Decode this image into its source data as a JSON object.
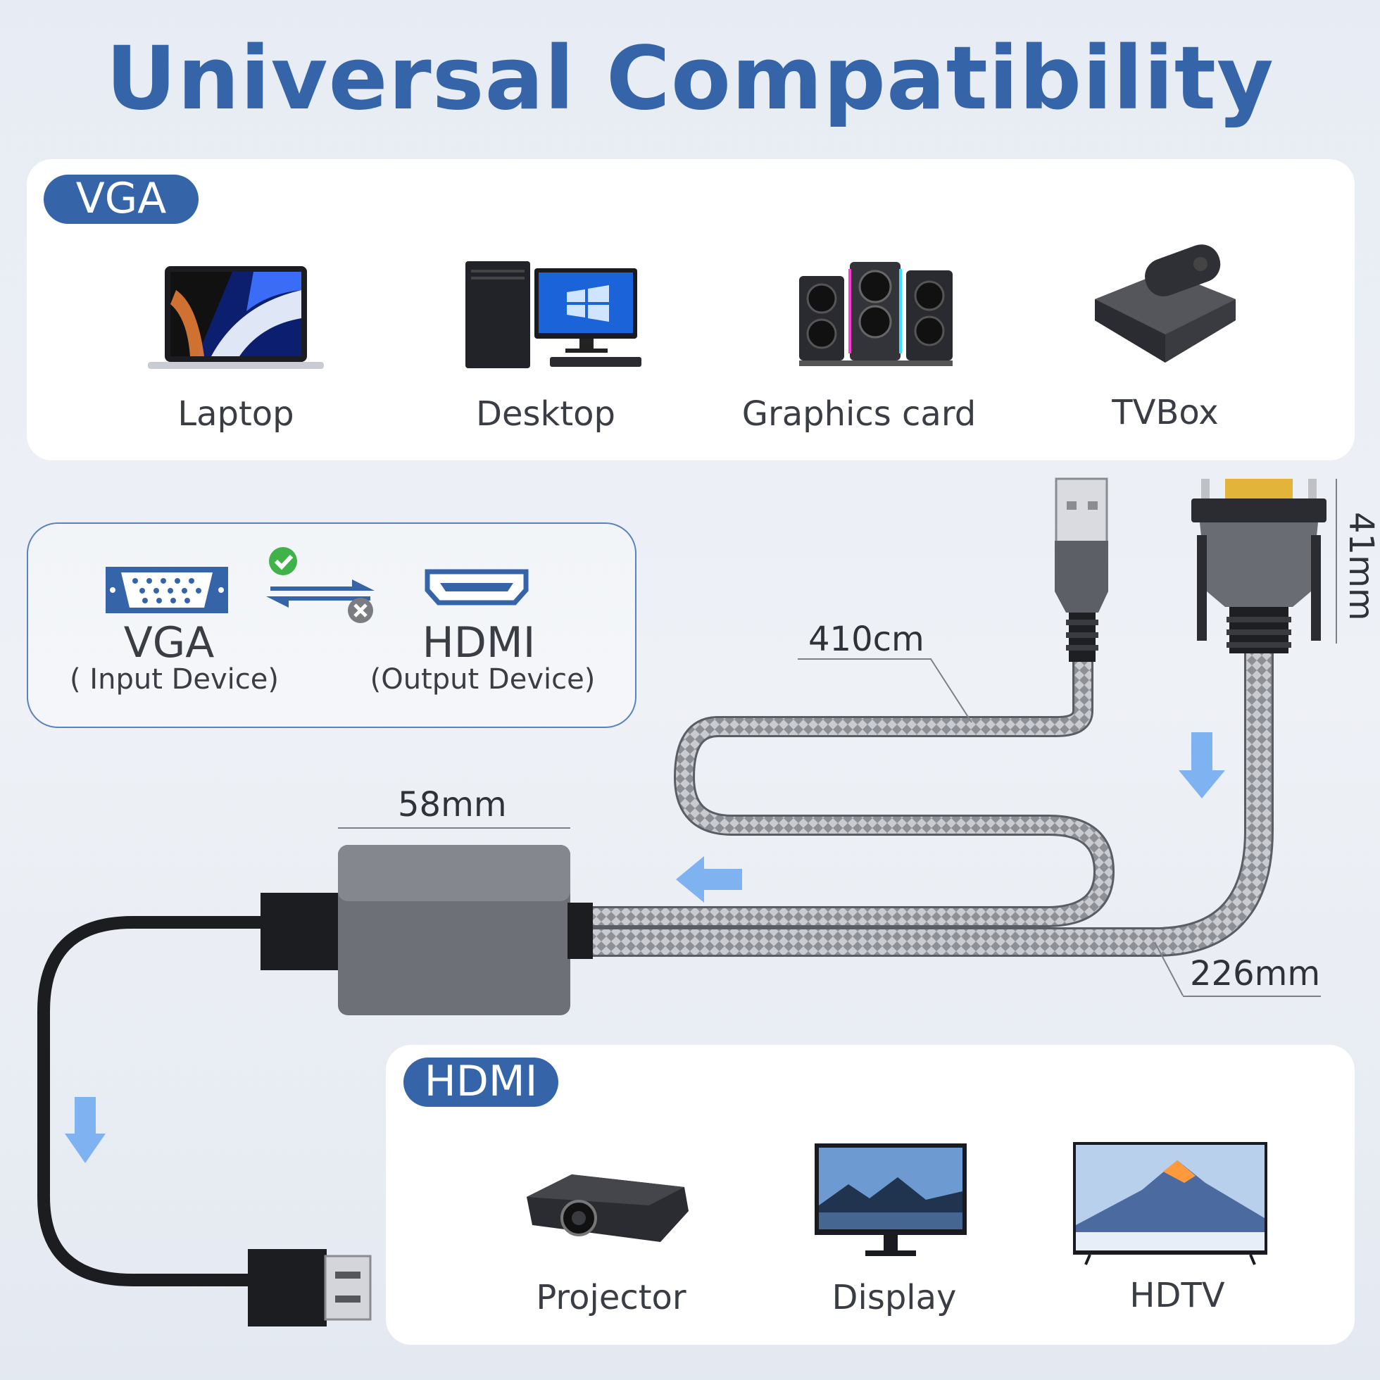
{
  "title": "Universal Compatibility",
  "vga_section": {
    "badge": "VGA",
    "devices": [
      {
        "label": "Laptop",
        "icon": "laptop-icon"
      },
      {
        "label": "Desktop",
        "icon": "desktop-computer-icon"
      },
      {
        "label": "Graphics card",
        "icon": "graphics-card-icon"
      },
      {
        "label": "TVBox",
        "icon": "tv-box-icon"
      }
    ]
  },
  "signal_flow": {
    "input_name": "VGA",
    "input_desc": "( Input Device)",
    "output_name": "HDMI",
    "output_desc": "(Output Device)"
  },
  "measurements": {
    "cable_length": "410cm",
    "adapter_width": "58mm",
    "cable_section": "226mm",
    "vga_plug_height": "41mm"
  },
  "hdmi_section": {
    "badge": "HDMI",
    "devices": [
      {
        "label": "Projector",
        "icon": "projector-icon"
      },
      {
        "label": "Display",
        "icon": "monitor-icon"
      },
      {
        "label": "HDTV",
        "icon": "hdtv-icon"
      }
    ]
  },
  "colors": {
    "accent": "#3564a8",
    "arrow": "#7fb2f0",
    "ok": "#3fb24a",
    "no": "#7a7c82"
  }
}
